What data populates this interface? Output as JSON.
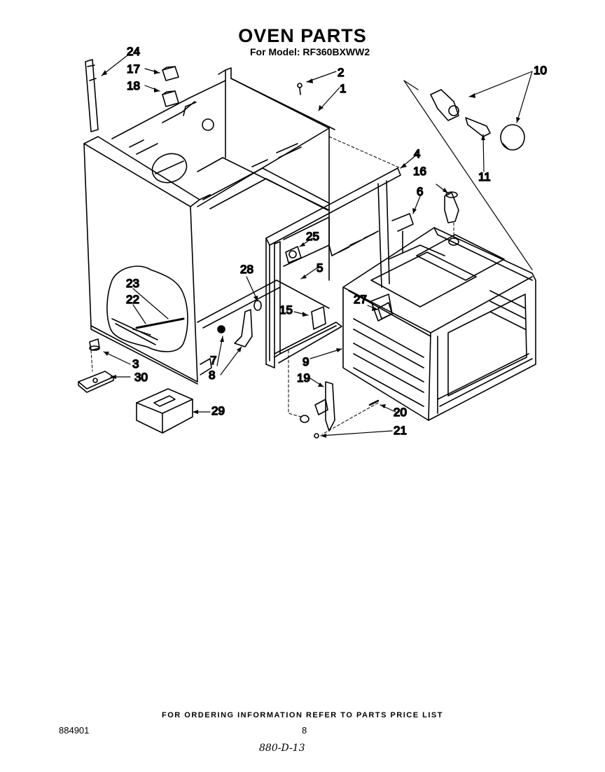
{
  "title": "OVEN PARTS",
  "subtitle": "For Model: RF360BXWW2",
  "callouts": {
    "c1": "1",
    "c2": "2",
    "c3": "3",
    "c4": "4",
    "c5": "5",
    "c6": "6",
    "c7": "7",
    "c8": "8",
    "c9": "9",
    "c10": "10",
    "c11": "11",
    "c15": "15",
    "c16": "16",
    "c17": "17",
    "c18": "18",
    "c19": "19",
    "c20": "20",
    "c21": "21",
    "c22": "22",
    "c23": "23",
    "c24": "24",
    "c25": "25",
    "c27": "27",
    "c28": "28",
    "c29": "29",
    "c30": "30"
  },
  "footer": {
    "ordering_note": "FOR ORDERING INFORMATION REFER TO PARTS PRICE LIST",
    "doc_number": "884901",
    "page_number": "8",
    "handwritten_code": "880-D-13"
  }
}
